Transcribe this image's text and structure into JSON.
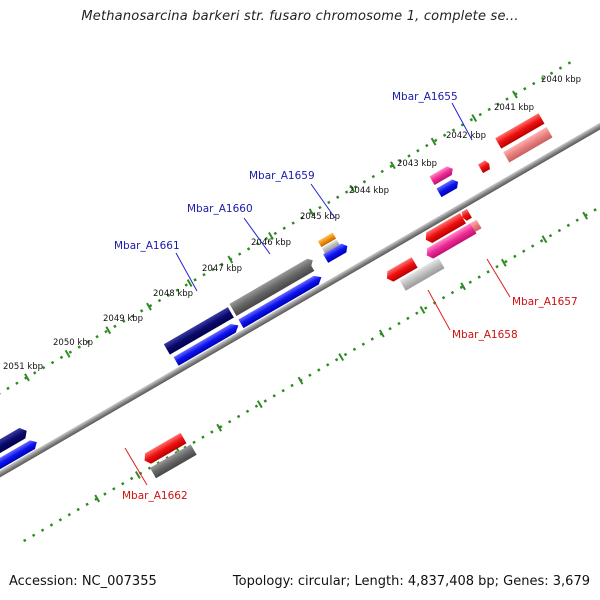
{
  "title": "Methanosarcina barkeri str. fusaro chromosome 1, complete se...",
  "footer": {
    "accession": "Accession: NC_007355",
    "summary": "Topology: circular; Length: 4,837,408 bp; Genes: 3,679"
  },
  "colors": {
    "background": "#ffffff",
    "backbone": "#8a8a8a",
    "dotted_track": "#2e8b22",
    "label_forward": "#1a1aa8",
    "label_reverse": "#cc1111",
    "leader_forward": "#2222cc",
    "leader_reverse": "#dd2222"
  },
  "scale_ticks": [
    "2040 kbp",
    "2041 kbp",
    "2042 kbp",
    "2043 kbp",
    "2044 kbp",
    "2045 kbp",
    "2046 kbp",
    "2047 kbp",
    "2048 kbp",
    "2049 kbp",
    "2050 kbp",
    "2051 kbp"
  ],
  "gene_labels": [
    {
      "name": "Mbar_A1655",
      "strand": "forward"
    },
    {
      "name": "Mbar_A1659",
      "strand": "forward"
    },
    {
      "name": "Mbar_A1660",
      "strand": "forward"
    },
    {
      "name": "Mbar_A1661",
      "strand": "forward"
    },
    {
      "name": "Mbar_A1657",
      "strand": "reverse"
    },
    {
      "name": "Mbar_A1658",
      "strand": "reverse"
    },
    {
      "name": "Mbar_A1662",
      "strand": "reverse"
    }
  ]
}
